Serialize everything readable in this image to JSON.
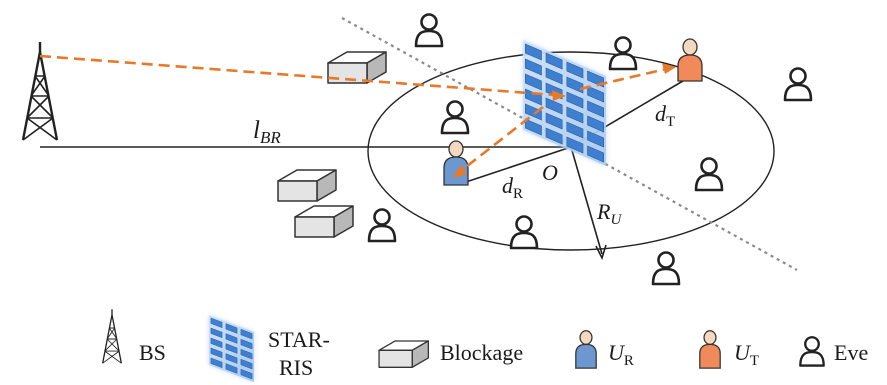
{
  "labels": {
    "l_main": "l",
    "l_sub": "BR",
    "d_r_main": "d",
    "d_r_sub": "R",
    "d_t_main": "d",
    "d_t_sub": "T",
    "origin": "O",
    "r_u_main": "R",
    "r_u_sub": "U"
  },
  "legend": {
    "bs": "BS",
    "star_ris_line1": "STAR-",
    "star_ris_line2": "RIS",
    "blockage": "Blockage",
    "ur_main": "U",
    "ur_sub": "R",
    "ut_main": "U",
    "ut_sub": "T",
    "eve": "Eve"
  },
  "colors": {
    "signal": "#e8782a",
    "ris": "#4f8fd6",
    "user_r": "#6d97cf",
    "user_t": "#f08a5a",
    "line": "#222222"
  }
}
